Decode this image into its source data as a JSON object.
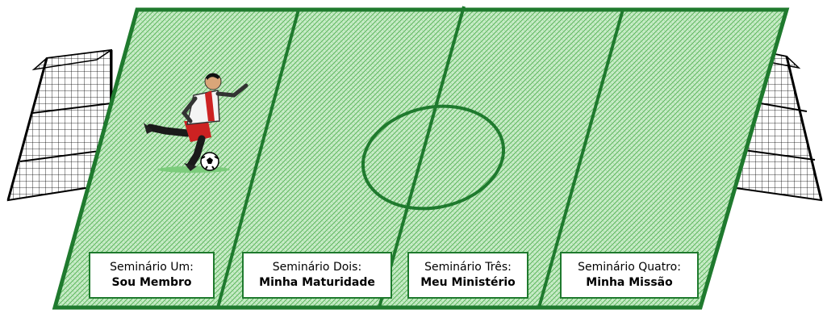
{
  "seminars": [
    {
      "line1": "Seminário Um:",
      "line2": "Sou Membro"
    },
    {
      "line1": "Seminário Dois:",
      "line2": "Minha Maturidade"
    },
    {
      "line1": "Seminário Três:",
      "line2": "Meu Ministério"
    },
    {
      "line1": "Seminário Quatro:",
      "line2": "Minha Missão"
    }
  ],
  "colors": {
    "field_green": "#2a8f3a",
    "field_light": "#8fd48f",
    "net_black": "#000000",
    "player_red": "#cc2222"
  },
  "icons": [
    "left-goal-icon",
    "right-goal-icon",
    "soccer-player-icon",
    "soccer-ball-icon"
  ]
}
